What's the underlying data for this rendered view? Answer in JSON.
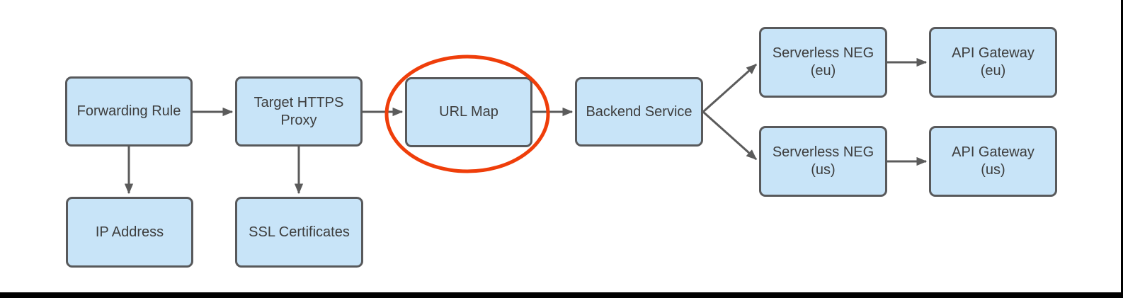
{
  "diagram": {
    "type": "flowchart",
    "colors": {
      "node_fill": "#c8e4f8",
      "node_border": "#58595b",
      "node_text": "#3d3d3d",
      "arrow": "#5b5b5b",
      "highlight_ellipse": "#ef3e0a",
      "frame": "#000000",
      "background": "#ffffff"
    },
    "nodes": [
      {
        "id": "forwarding-rule",
        "label": "Forwarding Rule"
      },
      {
        "id": "target-https-proxy",
        "label": "Target HTTPS\nProxy"
      },
      {
        "id": "url-map",
        "label": "URL Map",
        "highlighted": true
      },
      {
        "id": "backend-service",
        "label": "Backend Service"
      },
      {
        "id": "serverless-neg-eu",
        "label": "Serverless NEG\n(eu)"
      },
      {
        "id": "api-gateway-eu",
        "label": "API Gateway\n(eu)"
      },
      {
        "id": "serverless-neg-us",
        "label": "Serverless NEG\n(us)"
      },
      {
        "id": "api-gateway-us",
        "label": "API Gateway\n(us)"
      },
      {
        "id": "ip-address",
        "label": "IP Address"
      },
      {
        "id": "ssl-certificates",
        "label": "SSL Certificates"
      }
    ],
    "edges": [
      {
        "from": "forwarding-rule",
        "to": "target-https-proxy"
      },
      {
        "from": "forwarding-rule",
        "to": "ip-address"
      },
      {
        "from": "target-https-proxy",
        "to": "url-map"
      },
      {
        "from": "target-https-proxy",
        "to": "ssl-certificates"
      },
      {
        "from": "url-map",
        "to": "backend-service"
      },
      {
        "from": "backend-service",
        "to": "serverless-neg-eu"
      },
      {
        "from": "backend-service",
        "to": "serverless-neg-us"
      },
      {
        "from": "serverless-neg-eu",
        "to": "api-gateway-eu"
      },
      {
        "from": "serverless-neg-us",
        "to": "api-gateway-us"
      }
    ],
    "highlight": {
      "shape": "ellipse",
      "target": "url-map"
    }
  }
}
